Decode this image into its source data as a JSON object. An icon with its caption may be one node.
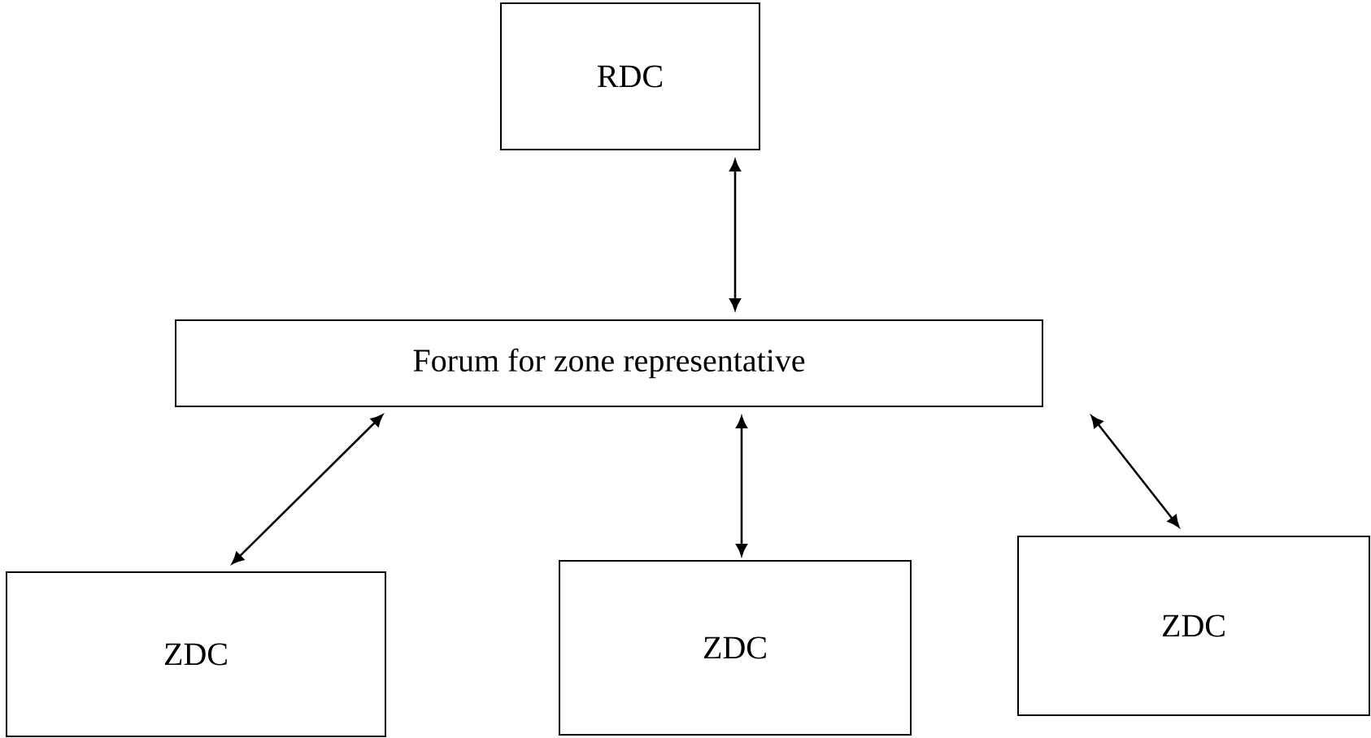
{
  "diagram": {
    "nodes": [
      {
        "text": [
          "RDC"
        ]
      },
      {
        "text": [
          "Forum for zone representative"
        ]
      },
      {
        "text": [
          "ZDC"
        ]
      },
      {
        "text": [
          "ZDC"
        ]
      },
      {
        "text": [
          "ZDC"
        ]
      }
    ],
    "edges": [
      {
        "from": 0,
        "to": 1,
        "arrow": "both"
      },
      {
        "from": 1,
        "to": 2,
        "arrow": "both"
      },
      {
        "from": 1,
        "to": 3,
        "arrow": "both"
      },
      {
        "from": 1,
        "to": 4,
        "arrow": "both"
      }
    ]
  }
}
